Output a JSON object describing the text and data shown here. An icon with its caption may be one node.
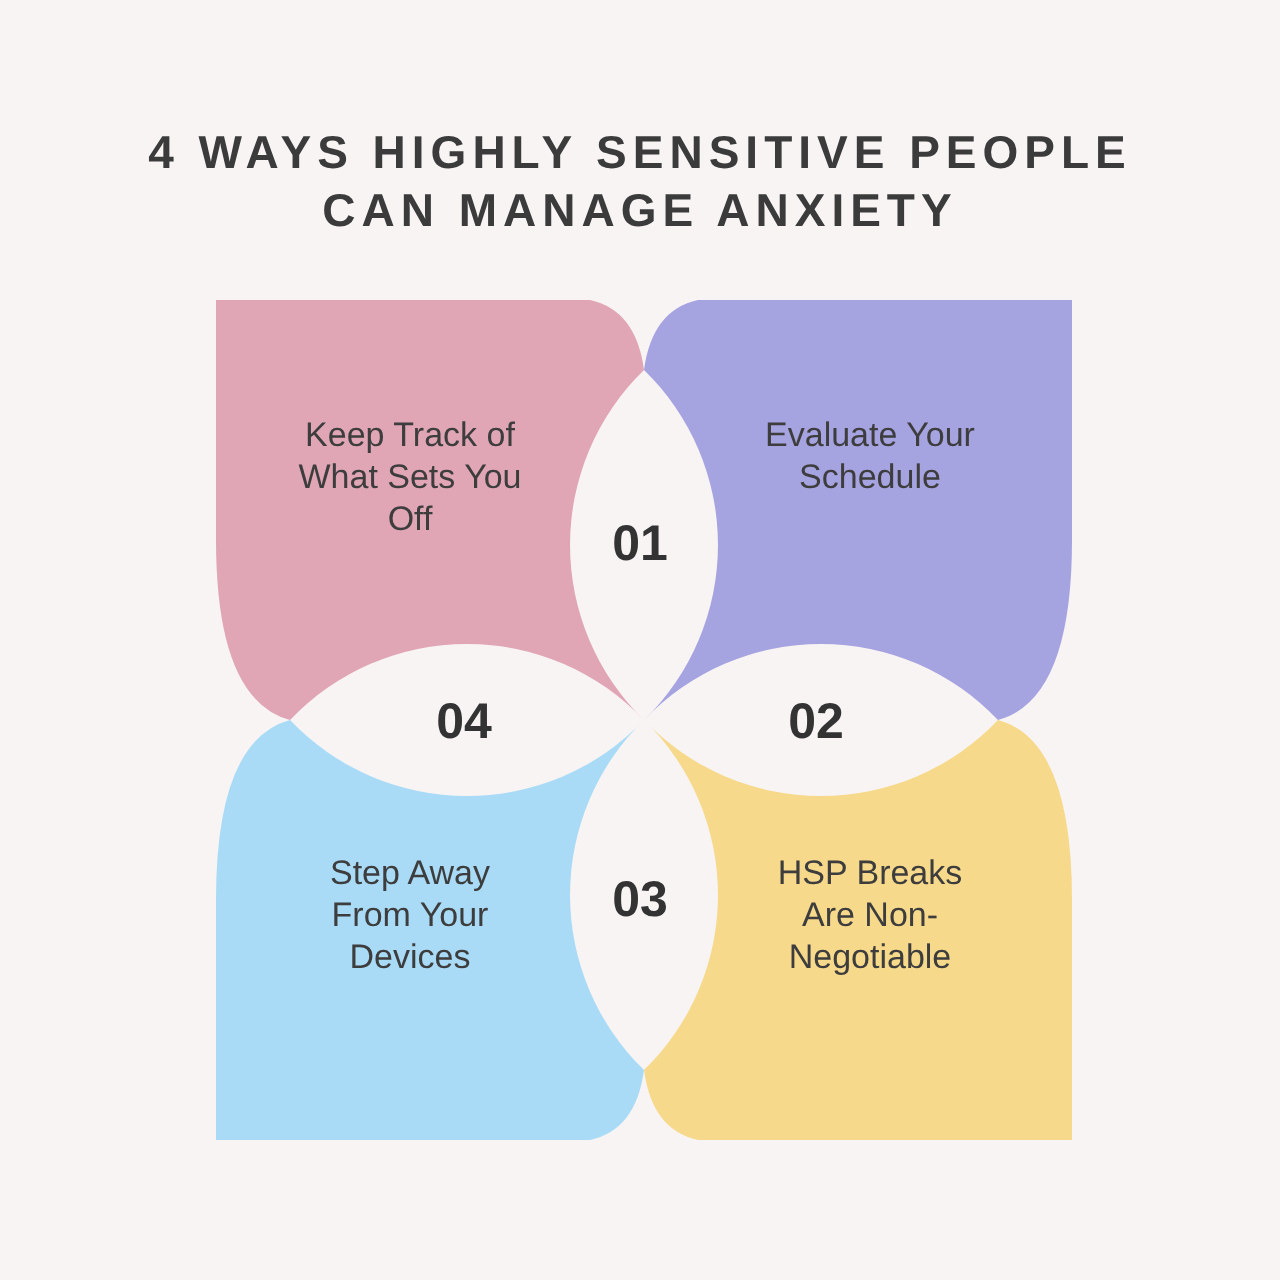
{
  "diagram": {
    "title": "4 WAYS HIGHLY SENSITIVE PEOPLE CAN MANAGE ANXIETY",
    "nodes": [
      {
        "text": [
          "Keep Track of What Sets You Off"
        ]
      },
      {
        "text": [
          "Evaluate Your Schedule"
        ]
      },
      {
        "text": [
          "Step Away From Your Devices"
        ]
      },
      {
        "text": [
          "HSP Breaks Are Non-Negotiable"
        ]
      }
    ],
    "labels": [
      "01",
      "02",
      "03",
      "04"
    ]
  }
}
